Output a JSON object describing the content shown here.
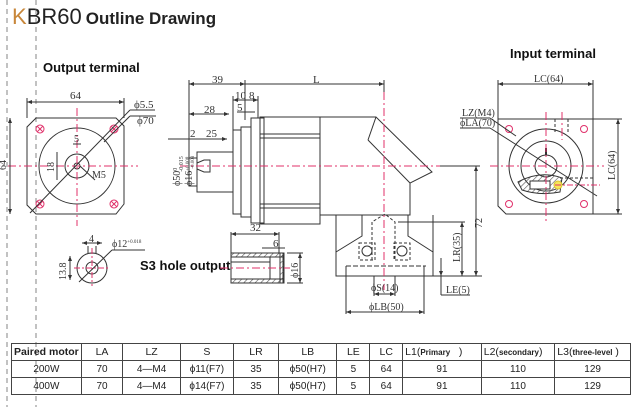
{
  "header": {
    "model_prefix": "K",
    "model_rest": "BR60",
    "subtitle": "Outline Drawing"
  },
  "sections": {
    "output_terminal": "Output terminal",
    "input_terminal": "Input terminal",
    "s3_hole_output": "S3 hole output"
  },
  "output_flange": {
    "width": "64",
    "height": "64",
    "hole_dia": "ϕ5.5",
    "pcd": "ϕ70",
    "key_width": "5",
    "key_height": "18",
    "thread": "M5"
  },
  "side_view": {
    "d39": "39",
    "dL": "L",
    "d10": "10",
    "d8": "8",
    "d28": "28",
    "d5": "5",
    "d2": "2",
    "d25": "25",
    "pilot_dia": "ϕ50",
    "pilot_tol_upper": "0",
    "pilot_tol_lower": "-0.015",
    "shaft_dia": "ϕ16",
    "shaft_tol_upper": "+0.008",
    "shaft_tol_lower": "-0.003",
    "d72": "72",
    "LR": "LR(35)",
    "LE": "LE(5)",
    "S": "ϕS(14)",
    "LB": "ϕLB(50)"
  },
  "shaft_section": {
    "key": "4",
    "dia": "ϕ12",
    "tol_upper": "+0.018",
    "tol_lower": "0",
    "height": "13.8"
  },
  "hole_output": {
    "length": "32",
    "depth": "6",
    "dia": "ϕ16"
  },
  "input_flange": {
    "LC_width": "LC(64)",
    "LC_height": "LC(64)",
    "LZ": "LZ(M4)",
    "LA": "ϕLA(70)"
  },
  "table": {
    "headers": [
      "Paired motor",
      "LA",
      "LZ",
      "S",
      "LR",
      "LB",
      "LE",
      "LC",
      "L1(",
      "L2(",
      "L3("
    ],
    "header_suffix": {
      "L1": "Primary",
      "L2": "secondary",
      "L3": "three-level"
    },
    "rows": [
      [
        "200W",
        "70",
        "4—M4",
        "ϕ11(F7)",
        "35",
        "ϕ50(H7)",
        "5",
        "64",
        "91",
        "110",
        "129"
      ],
      [
        "400W",
        "70",
        "4—M4",
        "ϕ14(F7)",
        "35",
        "ϕ50(H7)",
        "5",
        "64",
        "91",
        "110",
        "129"
      ]
    ]
  },
  "colors": {
    "centerline": "#e0306a",
    "line": "#333333",
    "accent": "#c8873a"
  }
}
